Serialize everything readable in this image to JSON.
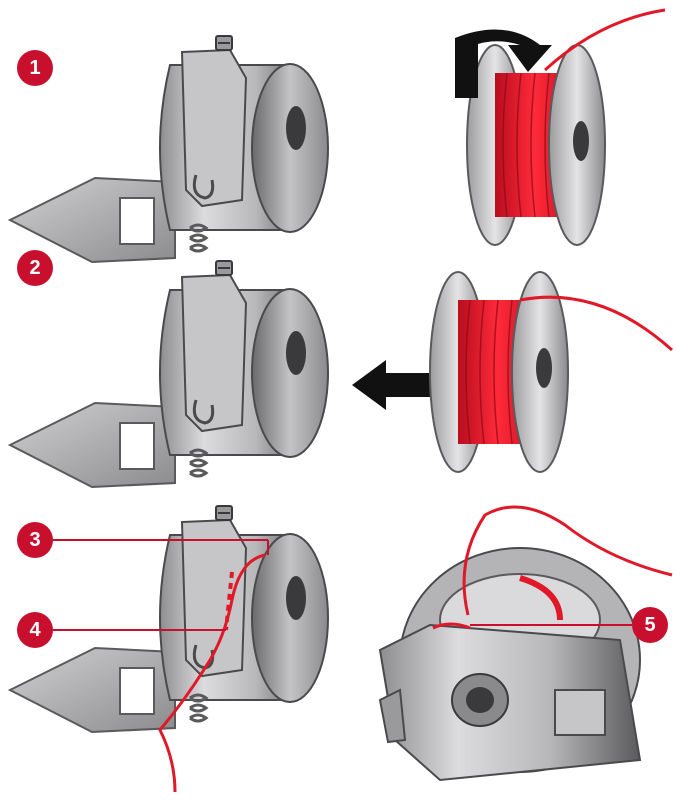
{
  "steps": {
    "s1": "1",
    "s2": "2",
    "s3": "3",
    "s4": "4",
    "s5": "5"
  },
  "colors": {
    "badge": "#c8102e",
    "thread": "#e01828",
    "metal_light": "#d6d6d8",
    "metal_mid": "#a6a6a8",
    "metal_dark": "#4a4a4c",
    "arrow": "#111111"
  },
  "icons": [
    "bobbin-case-icon",
    "bobbin-icon",
    "direction-arrow-icon",
    "turn-arrow-icon",
    "spring-icon"
  ]
}
